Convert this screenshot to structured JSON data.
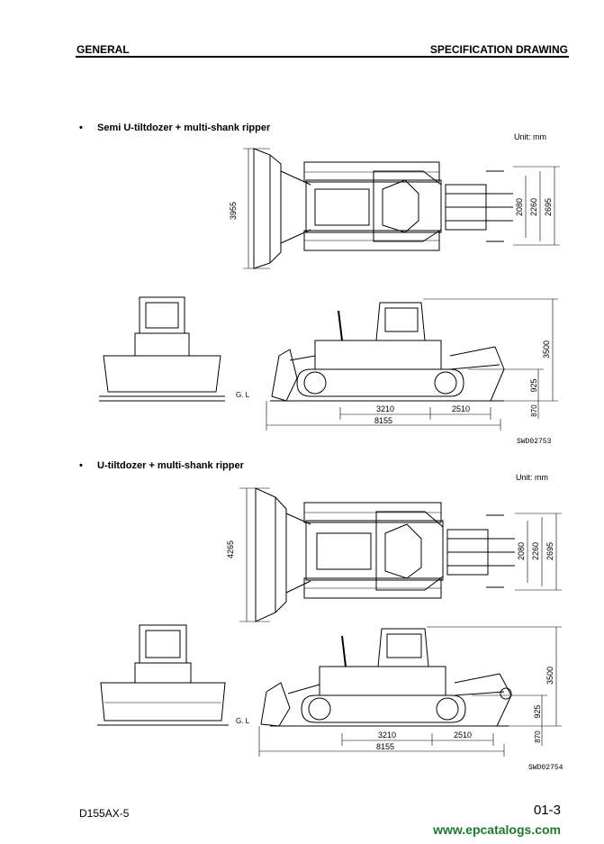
{
  "header": {
    "left": "GENERAL",
    "right": "SPECIFICATION DRAWING"
  },
  "sections": [
    {
      "title": "Semi U-tiltdozer + multi-shank ripper",
      "unit": "Unit: mm",
      "code": "SWD02753",
      "width_dim": "3955",
      "rear_dims": [
        "2080",
        "2260",
        "2695"
      ],
      "height_dim": "3500",
      "clearance_dim": "925",
      "ground_dim": "870",
      "length_dims": [
        "3210",
        "2510"
      ],
      "overall_length": "8155",
      "gl_label": "G. L"
    },
    {
      "title": "U-tiltdozer + multi-shank ripper",
      "unit": "Unit: mm",
      "code": "SWD02754",
      "width_dim": "4265",
      "rear_dims": [
        "2080",
        "2260",
        "2695"
      ],
      "height_dim": "3500",
      "clearance_dim": "925",
      "ground_dim": "870",
      "length_dims": [
        "3210",
        "2510"
      ],
      "overall_length": "8155",
      "gl_label": "G. L"
    }
  ],
  "footer": {
    "model": "D155AX-5",
    "page": "01-3",
    "watermark": "www.epcatalogs.com"
  }
}
